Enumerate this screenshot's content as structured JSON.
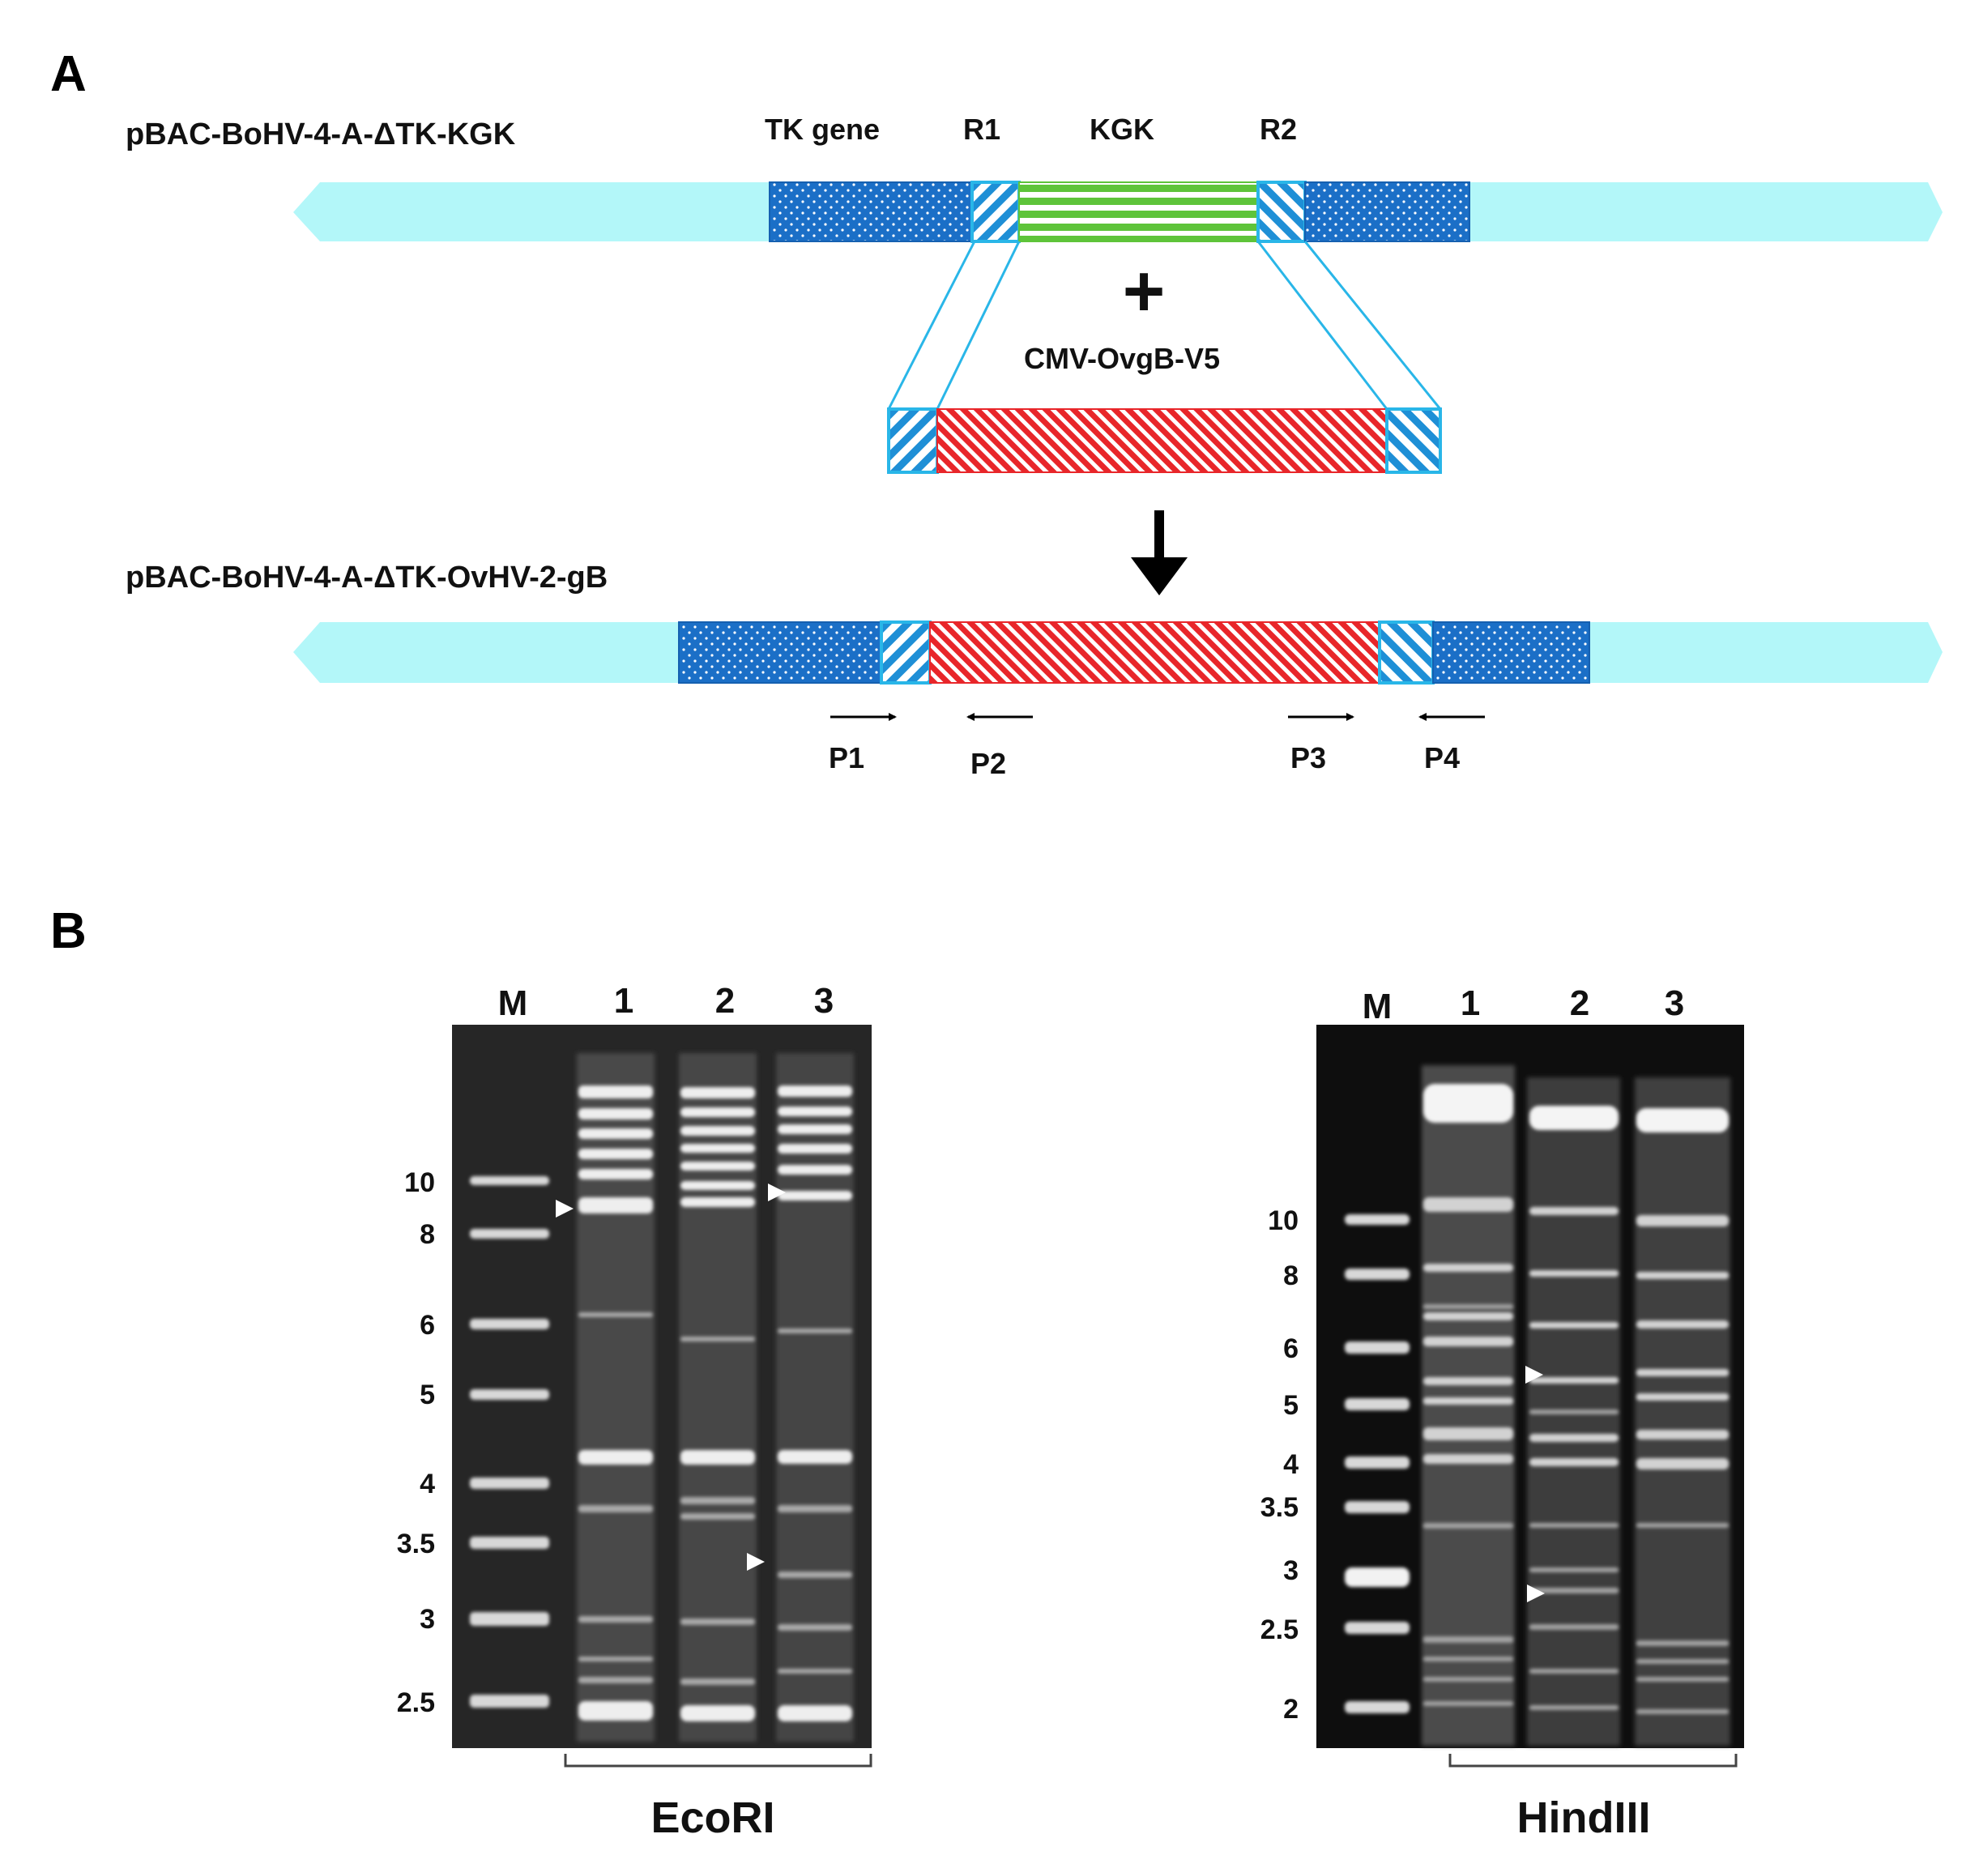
{
  "panel_a": {
    "letter": "A",
    "construct_top": "pBAC-BoHV-4-A-ΔTK-KGK",
    "construct_bottom": "pBAC-BoHV-4-A-ΔTK-OvHV-2-gB",
    "labels": {
      "tk_gene": "TK gene",
      "r1": "R1",
      "kgk": "KGK",
      "r2": "R2",
      "cassette": "CMV-OvgB-V5",
      "plus": "+"
    },
    "primers": [
      "P1",
      "P2",
      "P3",
      "P4"
    ],
    "colors": {
      "backbone": "#b3f7f9",
      "tk": "#1b6fc7",
      "homology": "#29b6e8",
      "kgk": "#5ec43a",
      "insert": "#e8262a"
    }
  },
  "panel_b": {
    "letter": "B",
    "gels": [
      {
        "enzyme": "EcoRI",
        "lanes": [
          "M",
          "1",
          "2",
          "3"
        ],
        "marker_sizes": [
          "10",
          "8",
          "6",
          "5",
          "4",
          "3.5",
          "3",
          "2.5"
        ]
      },
      {
        "enzyme": "HindIII",
        "lanes": [
          "M",
          "1",
          "2",
          "3"
        ],
        "marker_sizes": [
          "10",
          "8",
          "6",
          "5",
          "4",
          "3.5",
          "3",
          "2.5",
          "2"
        ]
      }
    ]
  }
}
